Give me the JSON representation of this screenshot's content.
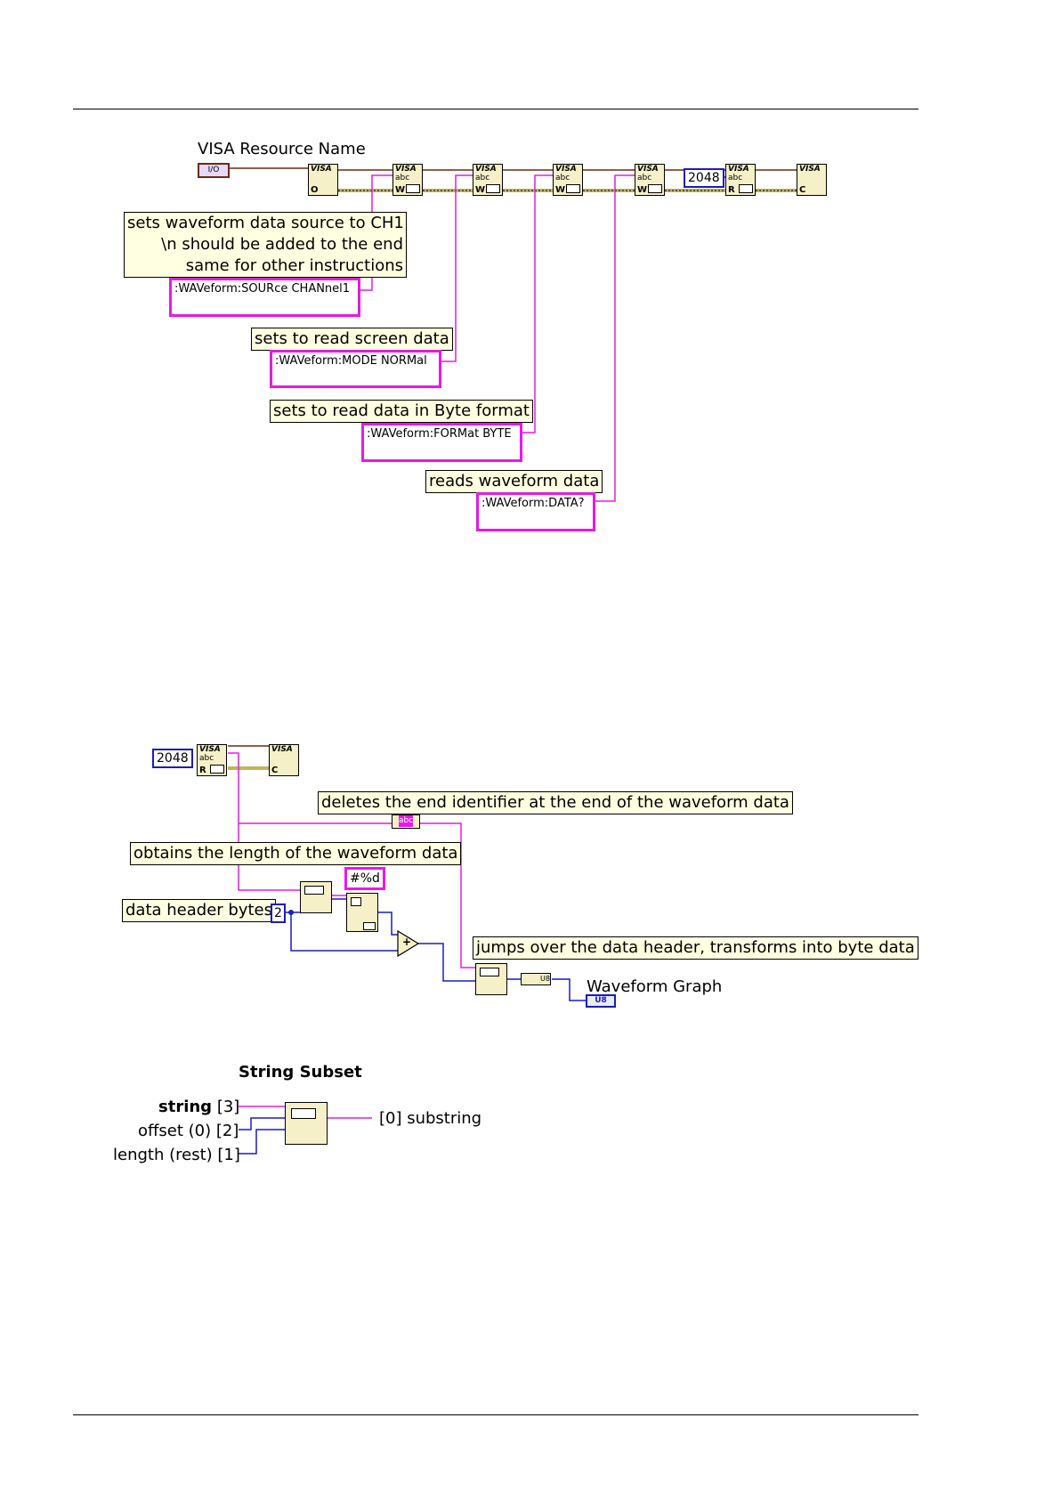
{
  "diagram1": {
    "resource_label": "VISA Resource Name",
    "resource_io": "I/O",
    "note_source": [
      "sets waveform data source to CH1",
      "\\n should be added to the end",
      "same for other instructions"
    ],
    "cmd_source": ":WAVeform:SOURce CHANnel1",
    "note_mode": "sets to read screen data",
    "cmd_mode": ":WAVeform:MODE NORMal",
    "note_format": "sets to read data in Byte format",
    "cmd_format": ":WAVeform:FORMat BYTE",
    "note_data": "reads waveform data",
    "cmd_data": ":WAVeform:DATA?",
    "read_count": "2048",
    "vi_header": "VISA",
    "vi_abc": "abc",
    "vi_open": "O",
    "vi_write": "W",
    "vi_read": "R",
    "vi_close": "C"
  },
  "diagram2": {
    "read_count": "2048",
    "note_delete": "deletes the end identifier at the end of the waveform data",
    "abc_const": "abc",
    "note_length": "obtains the length of the waveform data",
    "format_const": "#%d",
    "note_header": "data header bytes",
    "header_bytes": "2",
    "note_jump": "jumps over the data header, transforms into byte data",
    "graph_label": "Waveform Graph",
    "u8_label": "U8",
    "add_symbol": "+"
  },
  "legend": {
    "title": "String Subset",
    "input_string": "string",
    "input_string_idx": "[3]",
    "input_offset": "offset (0) [2]",
    "input_length": "length (rest) [1]",
    "output": "[0] substring"
  },
  "colors": {
    "string_wire": "#e61ae6",
    "numeric_wire": "#1b1bbf",
    "visa_wire": "#6b2a10",
    "error_wire": "#c2b45a",
    "note_bg": "#ffffe1",
    "node_bg": "#f6f0c8"
  }
}
